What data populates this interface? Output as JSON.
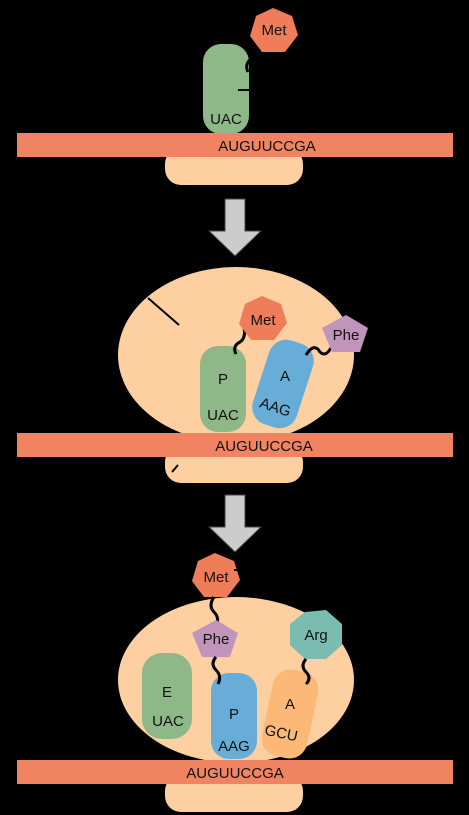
{
  "colors": {
    "background": "#000000",
    "mrna": "#f08462",
    "ribosome": "#fdcfa1",
    "trna_green": "#8fb889",
    "trna_blue": "#67add8",
    "trna_orange": "#fbb876",
    "met": "#f07d5a",
    "phe": "#c195bb",
    "arg": "#7bbcb0",
    "arrow": "#cccccc"
  },
  "step1": {
    "mrna": "AUGUUCCGA",
    "trna1": {
      "anticodon": "UAC"
    },
    "aa1": "Met"
  },
  "step2": {
    "mrna": "AUGUUCCGA",
    "p_site": {
      "site": "P",
      "anticodon": "UAC"
    },
    "a_site": {
      "site": "A",
      "anticodon": "AAG"
    },
    "aa1": "Met",
    "aa2": "Phe"
  },
  "step3": {
    "mrna": "AUGUUCCGA",
    "e_site": {
      "site": "E",
      "anticodon": "UAC"
    },
    "p_site": {
      "site": "P",
      "anticodon": "AAG"
    },
    "a_site": {
      "site": "A",
      "anticodon": "GCU"
    },
    "aa1": "Met",
    "aa2": "Phe",
    "aa3": "Arg"
  }
}
